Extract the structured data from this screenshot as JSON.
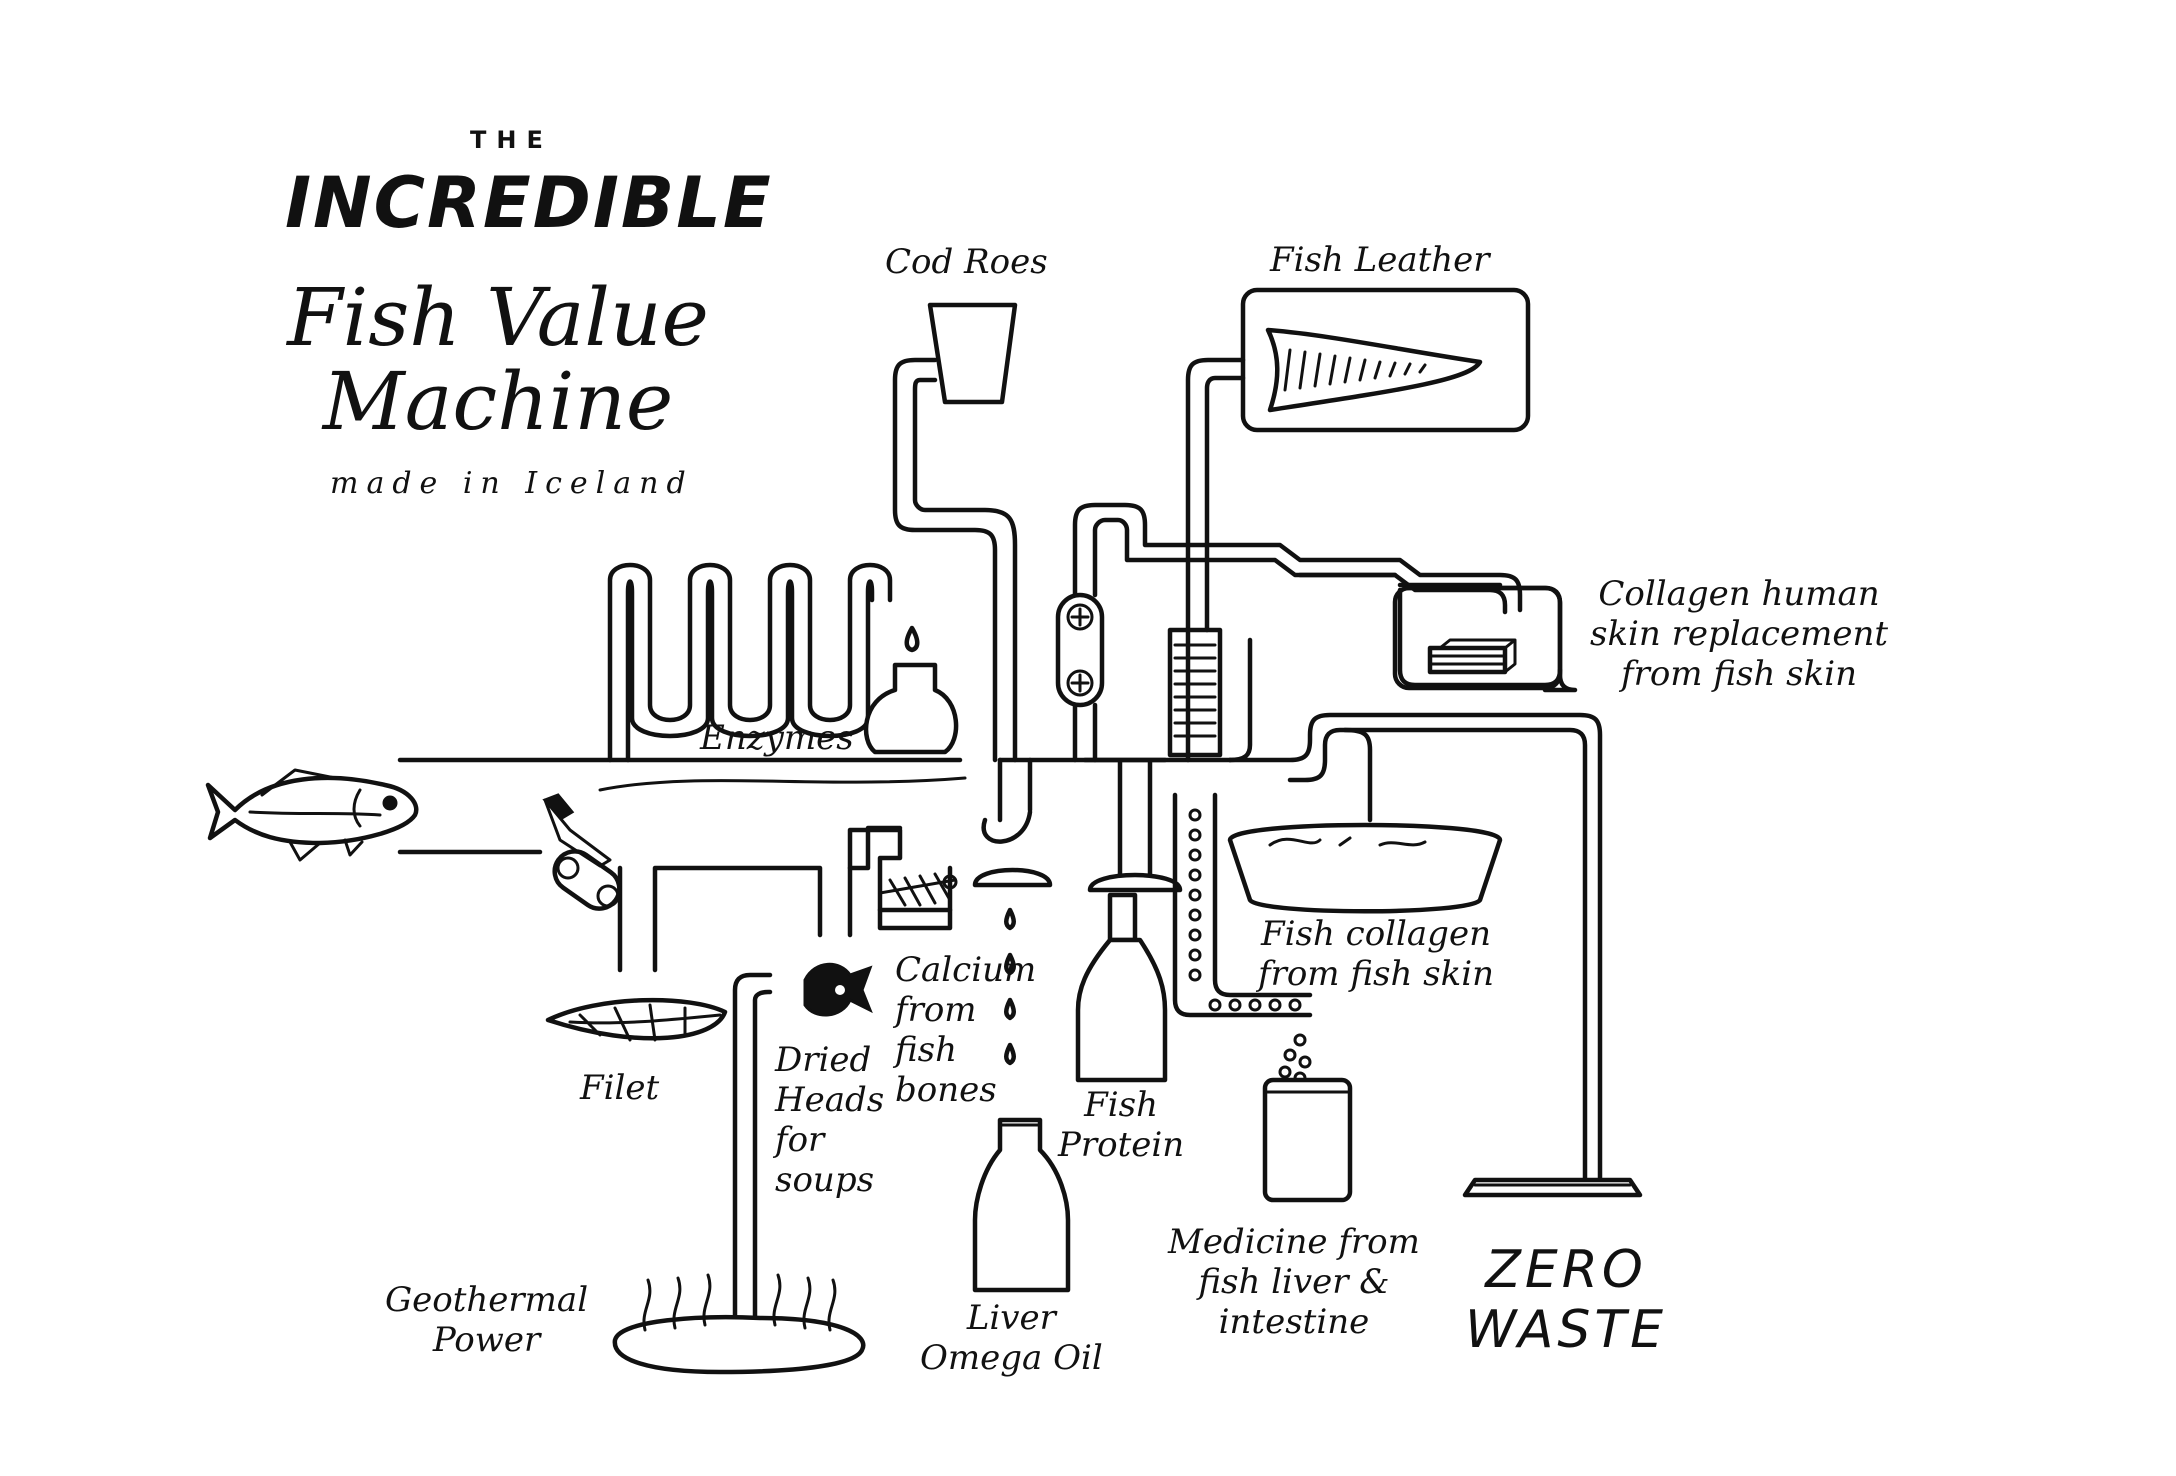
{
  "title": {
    "the": "THE",
    "incredible": "INCREDIBLE",
    "main": "Fish Value\nMachine",
    "subtitle": "made in Iceland"
  },
  "labels": {
    "cod_roes": "Cod Roes",
    "fish_leather": "Fish Leather",
    "collagen_skin": "Collagen human\nskin replacement\nfrom fish skin",
    "enzymes": "Enzymes",
    "fish_collagen": "Fish collagen\nfrom fish skin",
    "calcium": "Calcium\nfrom\nfish\nbones",
    "dried_heads": "Dried\nHeads\nfor\nsoups",
    "filet": "Filet",
    "fish_protein": "Fish\nProtein",
    "medicine": "Medicine from\nfish liver &\nintestine",
    "zero_waste": "ZERO\nWASTE",
    "geothermal": "Geothermal\nPower",
    "liver_oil": "Liver\nOmega Oil"
  },
  "colors": {
    "ink": "#111111",
    "paper": "#ffffff"
  }
}
